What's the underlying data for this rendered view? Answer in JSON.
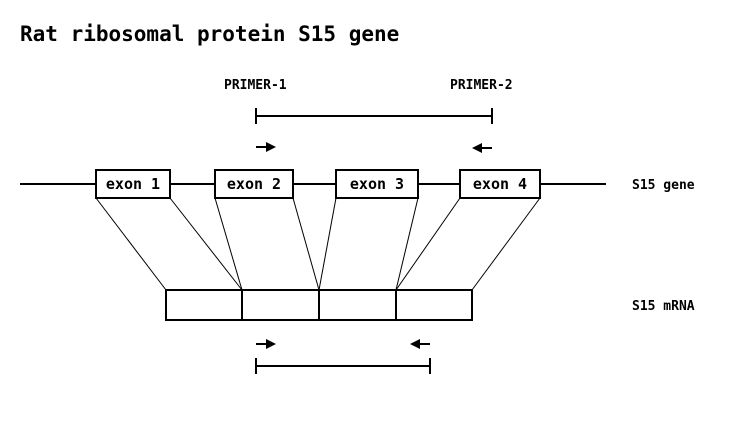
{
  "title": "Rat ribosomal protein S15 gene",
  "primers": {
    "primer1_label": "PRIMER-1",
    "primer2_label": "PRIMER-2"
  },
  "gene": {
    "label": "S15 gene",
    "exons": [
      "exon 1",
      "exon 2",
      "exon 3",
      "exon 4"
    ]
  },
  "mrna": {
    "label": "S15 mRNA",
    "segment_count": 4
  },
  "colors": {
    "stroke": "#000000",
    "background": "#ffffff"
  },
  "icons": [
    "arrow-right-icon",
    "arrow-left-icon"
  ]
}
